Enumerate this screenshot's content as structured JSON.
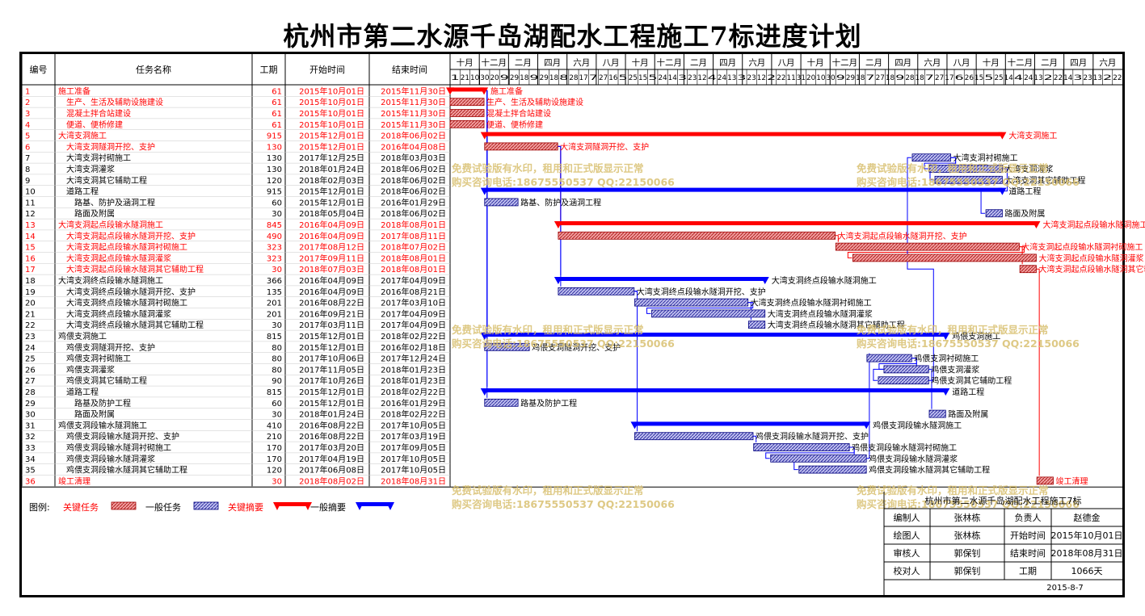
{
  "title": "杭州市第二水源千岛湖配水工程施工7标进度计划",
  "columns": {
    "id": "编号",
    "name": "任务名称",
    "duration": "工期",
    "start": "开始时间",
    "end": "结束时间"
  },
  "timeline": {
    "months": [
      "十月",
      "十二月",
      "二月",
      "四月",
      "六月",
      "八月",
      "十月",
      "十二月",
      "二月",
      "四月",
      "六月",
      "八月",
      "十月",
      "十二月",
      "二月",
      "四月",
      "六月",
      "八月",
      "十月",
      "十二月",
      "二月",
      "四月",
      "六月"
    ],
    "days": [
      "1",
      "21",
      "10",
      "30",
      "20",
      "9",
      "29",
      "18",
      "9",
      "29",
      "18",
      "8",
      "28",
      "17",
      "7",
      "27",
      "16",
      "5",
      "25",
      "15",
      "5",
      "24",
      "14",
      "3",
      "23",
      "12",
      "4",
      "24",
      "13",
      "3",
      "23",
      "12",
      "2",
      "22",
      "11",
      "31",
      "20",
      "10",
      "30",
      "9",
      "29",
      "18",
      "7",
      "27",
      "18",
      "9",
      "28",
      "18",
      "7",
      "27",
      "17",
      "6",
      "26",
      "15",
      "5",
      "25",
      "14",
      "4",
      "24",
      "13",
      "2",
      "22",
      "14",
      "3",
      "23",
      "13",
      "2",
      "22"
    ],
    "start_date": "2015-10-01",
    "end_date": "2018-12-31"
  },
  "chart_data": {
    "type": "gantt",
    "x_range": [
      "2015-10-01",
      "2018-12-31"
    ],
    "tasks": [
      {
        "id": "1",
        "name": "施工准备",
        "level": 0,
        "duration": "61",
        "start": "2015年10月01日",
        "end": "2015年11月30日",
        "start_date": "2015-10-01",
        "end_date": "2015-11-30",
        "kind": "critical-summary",
        "label": "施工准备"
      },
      {
        "id": "2",
        "name": "生产、生活及辅助设施建设",
        "level": 1,
        "duration": "61",
        "start": "2015年10月01日",
        "end": "2015年11月30日",
        "start_date": "2015-10-01",
        "end_date": "2015-11-30",
        "kind": "critical",
        "label": "生产、生活及辅助设施建设"
      },
      {
        "id": "3",
        "name": "混凝土拌合站建设",
        "level": 1,
        "duration": "61",
        "start": "2015年10月01日",
        "end": "2015年11月30日",
        "start_date": "2015-10-01",
        "end_date": "2015-11-30",
        "kind": "critical",
        "label": "混凝土拌合站建设"
      },
      {
        "id": "4",
        "name": "便道、便桥修建",
        "level": 1,
        "duration": "61",
        "start": "2015年10月01日",
        "end": "2015年11月30日",
        "start_date": "2015-10-01",
        "end_date": "2015-11-30",
        "kind": "critical",
        "label": "便道、便桥修建"
      },
      {
        "id": "5",
        "name": "大湾支洞施工",
        "level": 0,
        "duration": "915",
        "start": "2015年12月01日",
        "end": "2018年06月02日",
        "start_date": "2015-12-01",
        "end_date": "2018-06-02",
        "kind": "critical-summary",
        "label": "大湾支洞施工"
      },
      {
        "id": "6",
        "name": "大湾支洞隧洞开挖、支护",
        "level": 1,
        "duration": "130",
        "start": "2015年12月01日",
        "end": "2016年04月08日",
        "start_date": "2015-12-01",
        "end_date": "2016-04-08",
        "kind": "critical",
        "label": "大湾支洞隧洞开挖、支护"
      },
      {
        "id": "7",
        "name": "大湾支洞衬砌施工",
        "level": 1,
        "duration": "130",
        "start": "2017年12月25日",
        "end": "2018年03月03日",
        "start_date": "2017-12-25",
        "end_date": "2018-03-03",
        "kind": "normal",
        "label": "大湾支洞衬砌施工"
      },
      {
        "id": "8",
        "name": "大湾支洞灌浆",
        "level": 1,
        "duration": "130",
        "start": "2018年01月24日",
        "end": "2018年06月02日",
        "start_date": "2018-01-24",
        "end_date": "2018-06-02",
        "kind": "normal",
        "label": "大湾支洞灌浆"
      },
      {
        "id": "9",
        "name": "大湾支洞其它辅助工程",
        "level": 1,
        "duration": "120",
        "start": "2018年02月03日",
        "end": "2018年06月02日",
        "start_date": "2018-02-03",
        "end_date": "2018-06-02",
        "kind": "normal",
        "label": "大湾支洞其它辅助工程"
      },
      {
        "id": "10",
        "name": "道路工程",
        "level": 1,
        "duration": "915",
        "start": "2015年12月01日",
        "end": "2018年06月02日",
        "start_date": "2015-12-01",
        "end_date": "2018-06-02",
        "kind": "summary",
        "label": "道路工程"
      },
      {
        "id": "11",
        "name": "路基、防护及涵洞工程",
        "level": 2,
        "duration": "60",
        "start": "2015年12月01日",
        "end": "2016年01月29日",
        "start_date": "2015-12-01",
        "end_date": "2016-01-29",
        "kind": "normal",
        "label": "路基、防护及涵洞工程"
      },
      {
        "id": "12",
        "name": "路面及附属",
        "level": 2,
        "duration": "30",
        "start": "2018年05月04日",
        "end": "2018年06月02日",
        "start_date": "2018-05-04",
        "end_date": "2018-06-02",
        "kind": "normal",
        "label": "路面及附属"
      },
      {
        "id": "13",
        "name": "大湾支洞起点段输水隧洞施工",
        "level": 0,
        "duration": "845",
        "start": "2016年04月09日",
        "end": "2018年08月01日",
        "start_date": "2016-04-09",
        "end_date": "2018-08-01",
        "kind": "critical-summary",
        "label": "大湾支洞起点段输水隧洞施工"
      },
      {
        "id": "14",
        "name": "大湾支洞起点段输水隧洞开挖、支护",
        "level": 1,
        "duration": "490",
        "start": "2016年04月09日",
        "end": "2017年08月11日",
        "start_date": "2016-04-09",
        "end_date": "2017-08-11",
        "kind": "critical",
        "label": "大湾支洞起点段输水隧洞开挖、支护"
      },
      {
        "id": "15",
        "name": "大湾支洞起点段输水隧洞衬砌施工",
        "level": 1,
        "duration": "323",
        "start": "2017年08月12日",
        "end": "2018年07月02日",
        "start_date": "2017-08-12",
        "end_date": "2018-07-02",
        "kind": "critical",
        "label": "大湾支洞起点段输水隧洞衬砌施工"
      },
      {
        "id": "16",
        "name": "大湾支洞起点段输水隧洞灌浆",
        "level": 1,
        "duration": "323",
        "start": "2017年09月11日",
        "end": "2018年08月01日",
        "start_date": "2017-09-11",
        "end_date": "2018-08-01",
        "kind": "critical",
        "label": "大湾支洞起点段输水隧洞灌浆"
      },
      {
        "id": "17",
        "name": "大湾支洞起点段输水隧洞其它辅助工程",
        "level": 1,
        "duration": "30",
        "start": "2018年07月03日",
        "end": "2018年08月01日",
        "start_date": "2018-07-03",
        "end_date": "2018-08-01",
        "kind": "critical",
        "label": "大湾支洞起点段输水隧洞其它辅助工程"
      },
      {
        "id": "18",
        "name": "大湾支洞终点段输水隧洞施工",
        "level": 0,
        "duration": "366",
        "start": "2016年04月09日",
        "end": "2017年04月09日",
        "start_date": "2016-04-09",
        "end_date": "2017-04-09",
        "kind": "summary",
        "label": "大湾支洞终点段输水隧洞施工"
      },
      {
        "id": "19",
        "name": "大湾支洞终点段输水隧洞开挖、支护",
        "level": 1,
        "duration": "135",
        "start": "2016年04月09日",
        "end": "2016年08月21日",
        "start_date": "2016-04-09",
        "end_date": "2016-08-21",
        "kind": "normal",
        "label": "大湾支洞终点段输水隧洞开挖、支护"
      },
      {
        "id": "20",
        "name": "大湾支洞终点段输水隧洞衬砌施工",
        "level": 1,
        "duration": "201",
        "start": "2016年08月22日",
        "end": "2017年03月10日",
        "start_date": "2016-08-22",
        "end_date": "2017-03-10",
        "kind": "normal",
        "label": "大湾支洞终点段输水隧洞衬砌施工"
      },
      {
        "id": "21",
        "name": "大湾支洞终点段输水隧洞灌浆",
        "level": 1,
        "duration": "201",
        "start": "2016年09月21日",
        "end": "2017年04月09日",
        "start_date": "2016-09-21",
        "end_date": "2017-04-09",
        "kind": "normal",
        "label": "大湾支洞终点段输水隧洞灌浆"
      },
      {
        "id": "22",
        "name": "大湾支洞终点段输水隧洞其它辅助工程",
        "level": 1,
        "duration": "30",
        "start": "2017年03月11日",
        "end": "2017年04月09日",
        "start_date": "2017-03-11",
        "end_date": "2017-04-09",
        "kind": "normal",
        "label": "大湾支洞终点段输水隧洞其它辅助工程"
      },
      {
        "id": "23",
        "name": "鸡偎支洞施工",
        "level": 0,
        "duration": "815",
        "start": "2015年12月01日",
        "end": "2018年02月22日",
        "start_date": "2015-12-01",
        "end_date": "2018-02-22",
        "kind": "summary",
        "label": "鸡偎支洞施工"
      },
      {
        "id": "24",
        "name": "鸡偎支洞隧洞开挖、支护",
        "level": 1,
        "duration": "80",
        "start": "2015年12月01日",
        "end": "2016年02月18日",
        "start_date": "2015-12-01",
        "end_date": "2016-02-18",
        "kind": "normal",
        "label": "鸡偎支洞隧洞开挖、支护"
      },
      {
        "id": "25",
        "name": "鸡偎支洞衬砌施工",
        "level": 1,
        "duration": "80",
        "start": "2017年10月06日",
        "end": "2017年12月24日",
        "start_date": "2017-10-06",
        "end_date": "2017-12-24",
        "kind": "normal",
        "label": "鸡偎支洞衬砌施工"
      },
      {
        "id": "26",
        "name": "鸡偎支洞灌浆",
        "level": 1,
        "duration": "80",
        "start": "2017年11月05日",
        "end": "2018年01月23日",
        "start_date": "2017-11-05",
        "end_date": "2018-01-23",
        "kind": "normal",
        "label": "鸡偎支洞灌浆"
      },
      {
        "id": "27",
        "name": "鸡偎支洞其它辅助工程",
        "level": 1,
        "duration": "90",
        "start": "2017年10月26日",
        "end": "2018年01月23日",
        "start_date": "2017-10-26",
        "end_date": "2018-01-23",
        "kind": "normal",
        "label": "鸡偎支洞其它辅助工程"
      },
      {
        "id": "28",
        "name": "道路工程",
        "level": 1,
        "duration": "815",
        "start": "2015年12月01日",
        "end": "2018年02月22日",
        "start_date": "2015-12-01",
        "end_date": "2018-02-22",
        "kind": "summary",
        "label": "道路工程"
      },
      {
        "id": "29",
        "name": "路基及防护工程",
        "level": 2,
        "duration": "60",
        "start": "2015年12月01日",
        "end": "2016年01月29日",
        "start_date": "2015-12-01",
        "end_date": "2016-01-29",
        "kind": "normal",
        "label": "路基及防护工程"
      },
      {
        "id": "30",
        "name": "路面及附属",
        "level": 2,
        "duration": "30",
        "start": "2018年01月24日",
        "end": "2018年02月22日",
        "start_date": "2018-01-24",
        "end_date": "2018-02-22",
        "kind": "normal",
        "label": "路面及附属"
      },
      {
        "id": "31",
        "name": "鸡偎支洞段输水隧洞施工",
        "level": 0,
        "duration": "410",
        "start": "2016年08月22日",
        "end": "2017年10月05日",
        "start_date": "2016-08-22",
        "end_date": "2017-10-05",
        "kind": "summary",
        "label": "鸡偎支洞段输水隧洞施工"
      },
      {
        "id": "32",
        "name": "鸡偎支洞段输水隧洞开挖、支护",
        "level": 1,
        "duration": "210",
        "start": "2016年08月22日",
        "end": "2017年03月19日",
        "start_date": "2016-08-22",
        "end_date": "2017-03-19",
        "kind": "normal",
        "label": "鸡偎支洞段输水隧洞开挖、支护"
      },
      {
        "id": "33",
        "name": "鸡偎支洞段输水隧洞衬砌施工",
        "level": 1,
        "duration": "170",
        "start": "2017年03月20日",
        "end": "2017年09月05日",
        "start_date": "2017-03-20",
        "end_date": "2017-09-05",
        "kind": "normal",
        "label": "鸡偎支洞段输水隧洞衬砌施工"
      },
      {
        "id": "34",
        "name": "鸡偎支洞段输水隧洞灌浆",
        "level": 1,
        "duration": "170",
        "start": "2017年04月19日",
        "end": "2017年10月05日",
        "start_date": "2017-04-19",
        "end_date": "2017-10-05",
        "kind": "normal",
        "label": "鸡偎支洞段输水隧洞灌浆"
      },
      {
        "id": "35",
        "name": "鸡偎支洞段输水隧洞其它辅助工程",
        "level": 1,
        "duration": "120",
        "start": "2017年06月08日",
        "end": "2017年10月05日",
        "start_date": "2017-06-08",
        "end_date": "2017-10-05",
        "kind": "normal",
        "label": "鸡偎支洞段输水隧洞其它辅助工程"
      },
      {
        "id": "36",
        "name": "竣工清理",
        "level": 0,
        "duration": "30",
        "start": "2018年08月02日",
        "end": "2018年08月31日",
        "start_date": "2018-08-02",
        "end_date": "2018-08-31",
        "kind": "critical",
        "label": "竣工清理"
      }
    ],
    "links": [
      [
        "1",
        "5"
      ],
      [
        "1",
        "6"
      ],
      [
        "1",
        "10"
      ],
      [
        "1",
        "11"
      ],
      [
        "1",
        "23"
      ],
      [
        "1",
        "24"
      ],
      [
        "1",
        "28"
      ],
      [
        "1",
        "29"
      ],
      [
        "6",
        "13"
      ],
      [
        "6",
        "14"
      ],
      [
        "6",
        "18"
      ],
      [
        "6",
        "19"
      ],
      [
        "14",
        "15"
      ],
      [
        "15",
        "16"
      ],
      [
        "15",
        "17"
      ],
      [
        "19",
        "20"
      ],
      [
        "19",
        "31"
      ],
      [
        "19",
        "32"
      ],
      [
        "20",
        "21"
      ],
      [
        "20",
        "22"
      ],
      [
        "32",
        "33"
      ],
      [
        "33",
        "34"
      ],
      [
        "33",
        "35"
      ],
      [
        "34",
        "25"
      ],
      [
        "25",
        "26"
      ],
      [
        "25",
        "27"
      ],
      [
        "26",
        "30"
      ],
      [
        "27",
        "7"
      ],
      [
        "7",
        "8"
      ],
      [
        "7",
        "9"
      ],
      [
        "8",
        "12"
      ],
      [
        "17",
        "36"
      ]
    ]
  },
  "legend": {
    "prefix": "图例:",
    "items": [
      {
        "label": "关键任务",
        "type": "critical",
        "text_color": "#ff0000"
      },
      {
        "label": "一般任务",
        "type": "normal",
        "text_color": "#000000"
      },
      {
        "label": "关键摘要",
        "type": "critical-summary",
        "text_color": "#ff0000"
      },
      {
        "label": "一般摘要",
        "type": "summary",
        "text_color": "#000000"
      }
    ]
  },
  "info_table": {
    "project": "杭州市第二水源千岛湖配水工程施工7标",
    "rows": [
      [
        "编制人",
        "张林栋",
        "负责人",
        "赵德金"
      ],
      [
        "绘图人",
        "张林栋",
        "开始时间",
        "2015年10月01日"
      ],
      [
        "审核人",
        "郭保钊",
        "结束时间",
        "2018年08月31日"
      ],
      [
        "校对人",
        "郭保钊",
        "工期",
        "1066天"
      ]
    ],
    "date": "2015-8-7"
  },
  "watermark": {
    "line1": "免费试验版有水印，租用和正式版显示正常",
    "line2": "购买咨询电话:18675550537 QQ:22150066"
  },
  "colors": {
    "critical": "#ff0000",
    "critical_fill": "#e06060",
    "normal_fill": "#8080d0",
    "summary": "#0000ff",
    "critical_text": "#ff0000",
    "normal_text": "#000000",
    "watermark": "#d8c070",
    "grid": "#000000"
  }
}
